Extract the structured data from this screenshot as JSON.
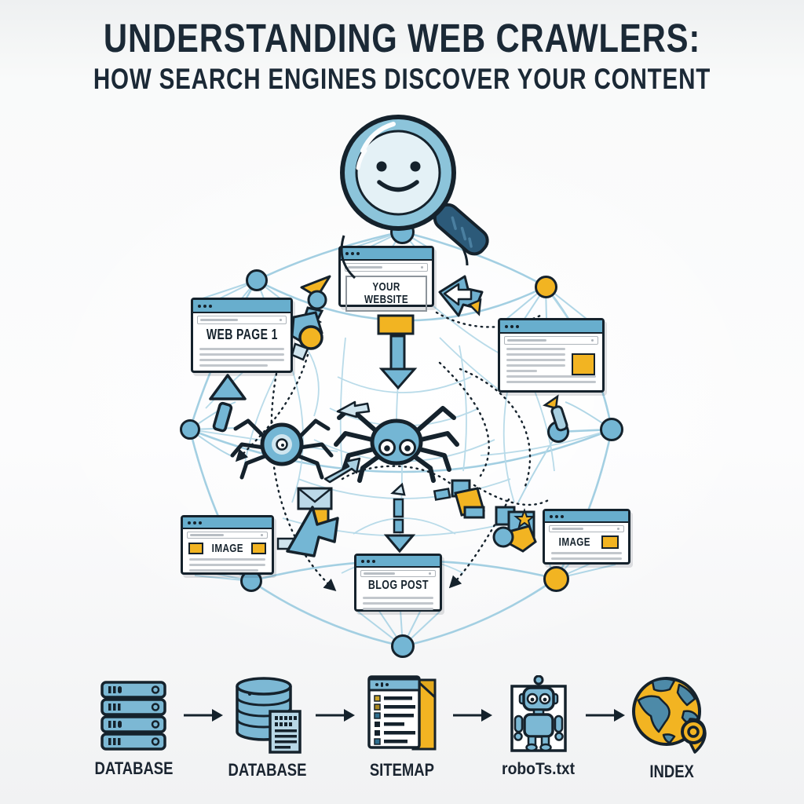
{
  "title": {
    "line1": "UNDERSTANDING WEB CRAWLERS:",
    "line2": "HOW SEARCH ENGINES DISCOVER YOUR CONTENT"
  },
  "network": {
    "windows": [
      {
        "id": "your-website",
        "label": "YOUR WEBSITE"
      },
      {
        "id": "web-page-1",
        "label": "WEB PAGE 1"
      },
      {
        "id": "article-page",
        "label": ""
      },
      {
        "id": "image-left",
        "label": "IMAGE"
      },
      {
        "id": "image-right",
        "label": "IMAGE"
      },
      {
        "id": "blog-post",
        "label": "BLOG POST"
      }
    ],
    "icons": [
      "magnifier-face-icon",
      "crawler-spider-icon",
      "crawler-spider-round-icon",
      "cursor-double-arrow-icon",
      "paper-plane-icon",
      "down-arrow-icon",
      "dashed-down-arrow-icon",
      "big-cursor-arrow-icon",
      "folder-icon",
      "star-icon"
    ],
    "accent_colors": {
      "blue": "#74b6d4",
      "yellow": "#f2b422",
      "outline": "#15222c",
      "web_line": "#aed3e5"
    }
  },
  "pipeline": {
    "arrow": "→",
    "steps": [
      {
        "label": "DATABASE",
        "icon": "server-stack-icon"
      },
      {
        "label": "DATABASE",
        "icon": "database-cylinder-icon"
      },
      {
        "label": "SITEMAP",
        "icon": "sitemap-document-icon"
      },
      {
        "label": "roboTs.txt",
        "icon": "robot-icon"
      },
      {
        "label": "INDEX",
        "icon": "globe-location-pin-icon"
      }
    ]
  },
  "colors": {
    "title_text": "#1b2936",
    "background": "#f5f6f7",
    "browser_bar": "#68aecd"
  }
}
